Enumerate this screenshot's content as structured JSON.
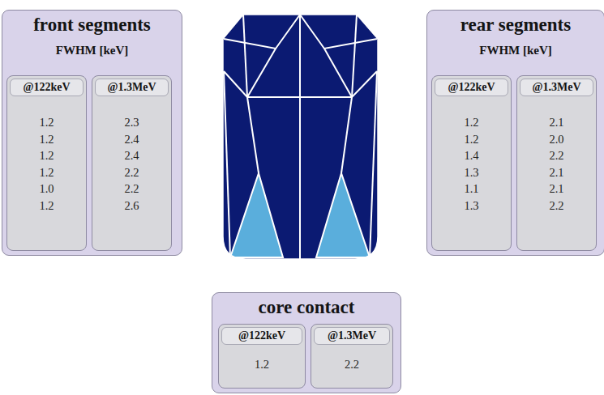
{
  "diagram": {
    "nodes": [
      {
        "text": [
          "front segments",
          "FWHM [keV]"
        ]
      },
      {
        "text": [
          "@122keV",
          "1.2 1.2 1.2 1.2 1.0 1.2"
        ],
        "in": 0
      },
      {
        "text": [
          "@1.3MeV",
          "2.3 2.4 2.4 2.2 2.2 2.6"
        ],
        "in": 0
      },
      {
        "text": [
          "rear segments",
          "FWHM [keV]"
        ]
      },
      {
        "text": [
          "@122keV",
          "1.2 1.2 1.4 1.3 1.1 1.3"
        ],
        "in": 3
      },
      {
        "text": [
          "@1.3MeV",
          "2.1 2.0 2.2 2.1 2.1 2.2"
        ],
        "in": 3
      },
      {
        "text": [
          "core contact"
        ]
      },
      {
        "text": [
          "@122keV",
          "1.2"
        ],
        "in": 6
      },
      {
        "text": [
          "@1.3MeV",
          "2.2"
        ],
        "in": 6
      }
    ]
  }
}
